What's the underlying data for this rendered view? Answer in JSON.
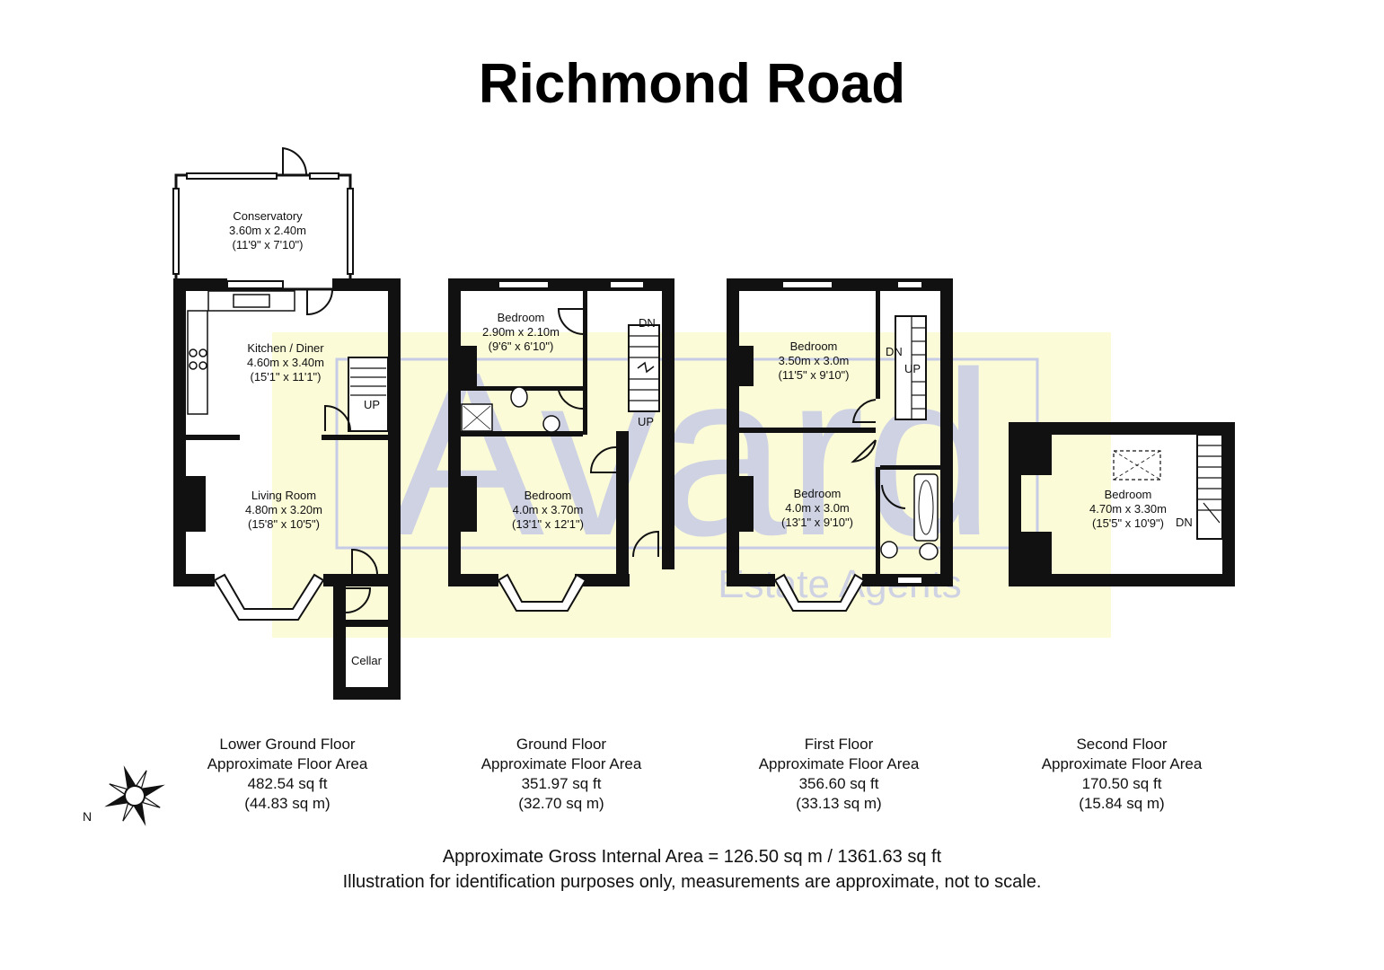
{
  "title": "Richmond Road",
  "watermark": {
    "brand": "Avard",
    "sub": "Estate Agents",
    "background_color": "#fbfbd8",
    "text_color": "#8e98c7"
  },
  "colors": {
    "wall": "#111111",
    "background": "#ffffff"
  },
  "rooms": {
    "conservatory": {
      "name": "Conservatory",
      "metric": "3.60m x 2.40m",
      "imperial": "(11'9\" x 7'10\")"
    },
    "kitchen": {
      "name": "Kitchen / Diner",
      "metric": "4.60m x 3.40m",
      "imperial": "(15'1\" x 11'1\")"
    },
    "living": {
      "name": "Living Room",
      "metric": "4.80m x 3.20m",
      "imperial": "(15'8\" x 10'5\")"
    },
    "cellar": {
      "name": "Cellar"
    },
    "gf_bedroom_small": {
      "name": "Bedroom",
      "metric": "2.90m x 2.10m",
      "imperial": "(9'6\" x 6'10\")"
    },
    "gf_bedroom_large": {
      "name": "Bedroom",
      "metric": "4.0m x 3.70m",
      "imperial": "(13'1\" x 12'1\")"
    },
    "ff_bedroom_rear": {
      "name": "Bedroom",
      "metric": "3.50m x 3.0m",
      "imperial": "(11'5\" x 9'10\")"
    },
    "ff_bedroom_front": {
      "name": "Bedroom",
      "metric": "4.0m x 3.0m",
      "imperial": "(13'1\" x 9'10\")"
    },
    "sf_bedroom": {
      "name": "Bedroom",
      "metric": "4.70m x 3.30m",
      "imperial": "(15'5\" x 10'9\")"
    }
  },
  "stair_labels": {
    "up": "UP",
    "down": "DN"
  },
  "floors": [
    {
      "name": "Lower Ground Floor",
      "area_label": "Approximate Floor Area",
      "sq_ft": "482.54 sq ft",
      "sq_m": "(44.83 sq m)"
    },
    {
      "name": "Ground Floor",
      "area_label": "Approximate Floor Area",
      "sq_ft": "351.97 sq ft",
      "sq_m": "(32.70 sq m)"
    },
    {
      "name": "First Floor",
      "area_label": "Approximate Floor Area",
      "sq_ft": "356.60 sq ft",
      "sq_m": "(33.13 sq m)"
    },
    {
      "name": "Second Floor",
      "area_label": "Approximate Floor Area",
      "sq_ft": "170.50 sq ft",
      "sq_m": "(15.84 sq m)"
    }
  ],
  "footer": {
    "gross_area": "Approximate Gross Internal Area = 126.50 sq m / 1361.63 sq ft",
    "disclaimer": "Illustration for identification purposes only, measurements are approximate, not to scale."
  },
  "compass": {
    "label": "N"
  }
}
